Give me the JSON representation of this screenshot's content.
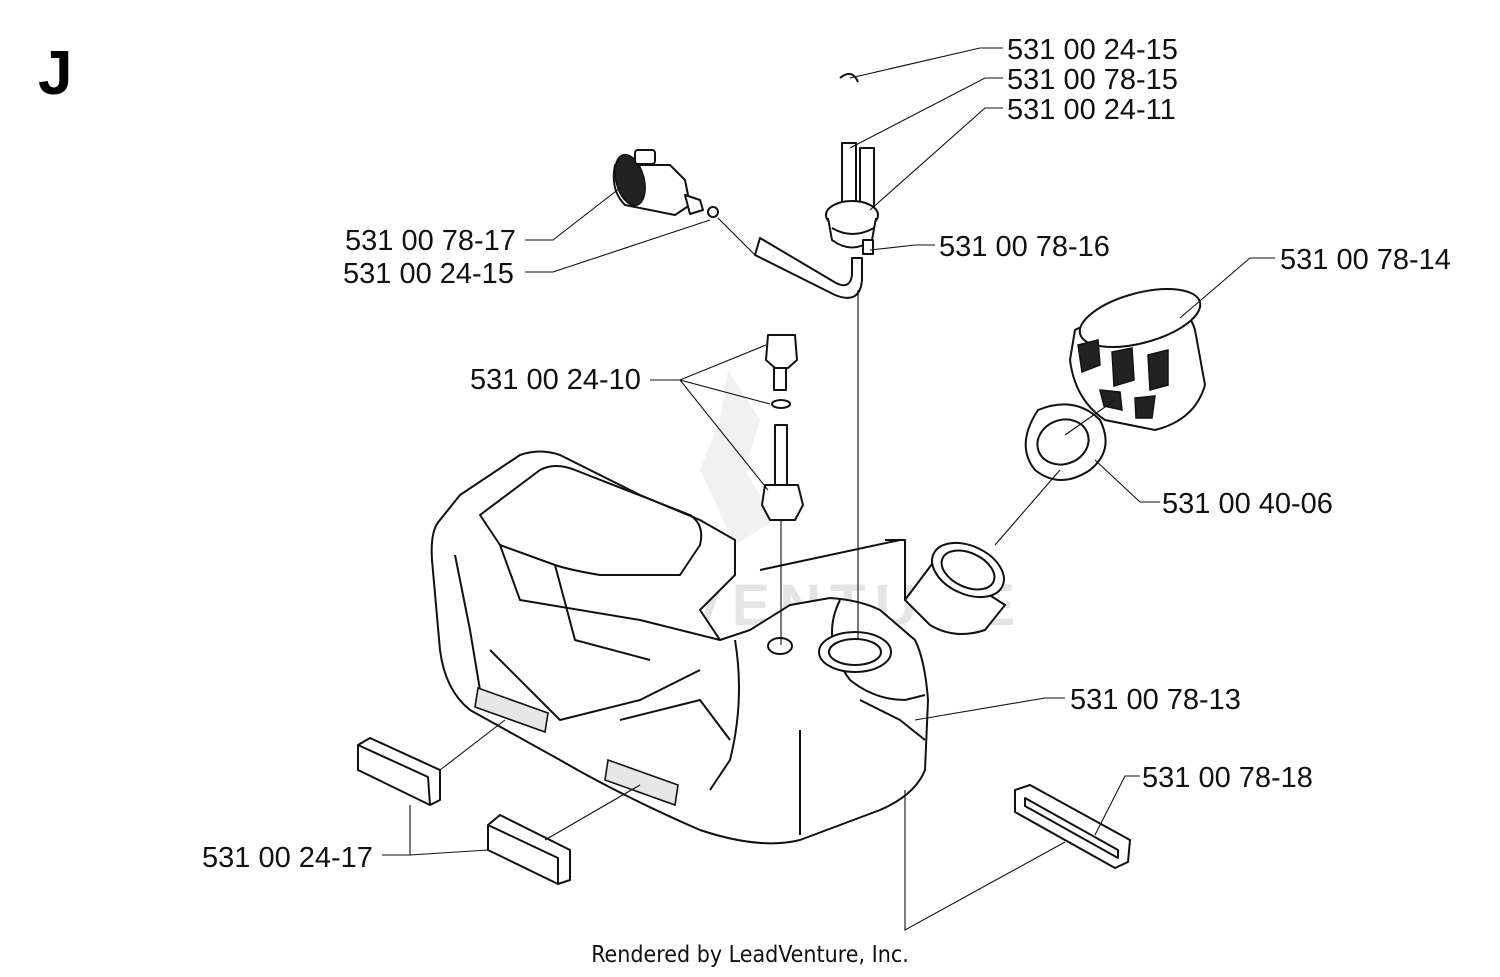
{
  "diagram": {
    "section_letter": "J",
    "credit": "Rendered by LeadVenture, Inc.",
    "watermark": "LEADVENTURE",
    "labels": {
      "p_24_15_top": "531 00 24-15",
      "p_78_15": "531 00 78-15",
      "p_24_11": "531 00 24-11",
      "p_78_17": "531 00 78-17",
      "p_24_15_left": "531 00 24-15",
      "p_78_16": "531 00 78-16",
      "p_78_14": "531 00 78-14",
      "p_24_10": "531 00 24-10",
      "p_40_06": "531 00 40-06",
      "p_78_13": "531 00 78-13",
      "p_78_18": "531 00 78-18",
      "p_24_17": "531 00 24-17"
    }
  }
}
